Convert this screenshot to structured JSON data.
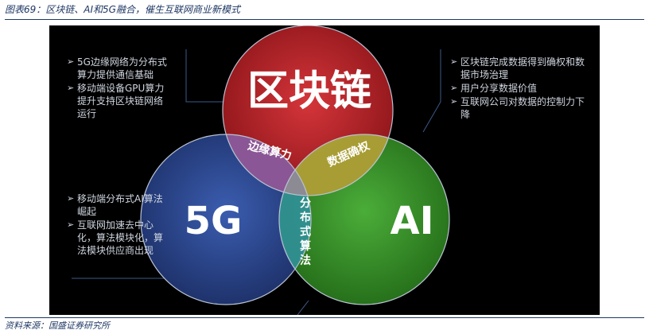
{
  "caption": "图表69：区块链、AI和5G融合，催生互联网商业新模式",
  "source": "资料来源：国盛证券研究所",
  "circles": {
    "blockchain": {
      "label": "区块链",
      "color": "#c0282d"
    },
    "fiveg": {
      "label": "5G",
      "color": "#2f4f9e"
    },
    "ai": {
      "label": "AI",
      "color": "#3e9a2f"
    }
  },
  "overlaps": {
    "blockchain_5g": "边缘算力",
    "blockchain_ai": "数据确权",
    "fiveg_ai": [
      "分",
      "布",
      "式",
      "算",
      "法"
    ]
  },
  "notes": {
    "top_left": [
      "5G边缘网络为分布式算力提供通信基础",
      "移动端设备GPU算力提升支持区块链网络运行"
    ],
    "bottom_left": [
      "移动端分布式AI算法崛起",
      "互联网加速去中心化，算法模块化，算法模块供应商出现"
    ],
    "right": [
      "区块链完成数据得到确权和数据市场治理",
      "用户分享数据价值",
      "互联网公司对数据的控制力下降"
    ]
  },
  "bullet_marker": "➢"
}
